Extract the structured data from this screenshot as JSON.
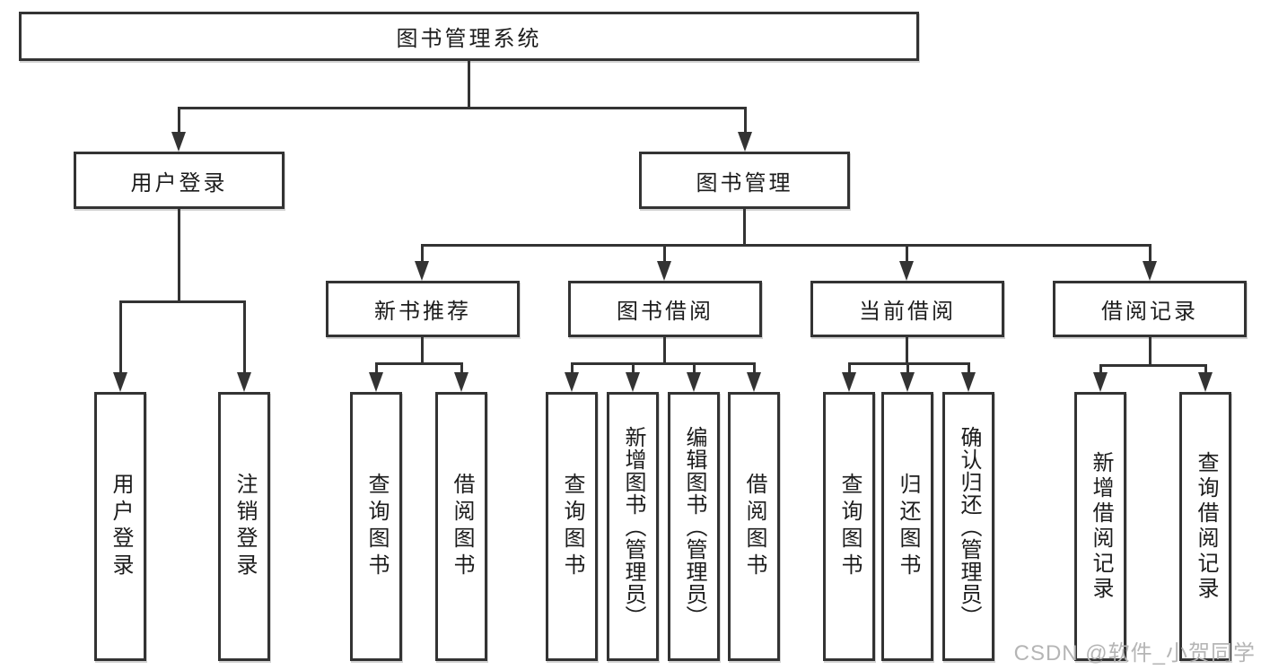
{
  "chart_type": "hierarchy-diagram",
  "nodes": {
    "root": "图书管理系统",
    "l2": {
      "user_login": "用户登录",
      "book_mgmt": "图书管理"
    },
    "l3": {
      "new_books": "新书推荐",
      "borrowing": "图书借阅",
      "current": "当前借阅",
      "records": "借阅记录"
    },
    "leaves": {
      "ul_login": "用户登录",
      "ul_logout": "注销登录",
      "nb_query": "查询图书",
      "nb_borrow": "借阅图书",
      "bw_query": "查询图书",
      "bw_add": "新增图书（管理员）",
      "bw_edit": "编辑图书（管理员）",
      "bw_borrow": "借阅图书",
      "cur_query": "查询图书",
      "cur_return": "归还图书",
      "cur_confirm": "确认归还（管理员）",
      "rec_add": "新增借阅记录",
      "rec_query": "查询借阅记录"
    }
  },
  "hierarchy": {
    "图书管理系统": {
      "用户登录": [
        "用户登录",
        "注销登录"
      ],
      "图书管理": {
        "新书推荐": [
          "查询图书",
          "借阅图书"
        ],
        "图书借阅": [
          "查询图书",
          "新增图书（管理员）",
          "编辑图书（管理员）",
          "借阅图书"
        ],
        "当前借阅": [
          "查询图书",
          "归还图书",
          "确认归还（管理员）"
        ],
        "借阅记录": [
          "新增借阅记录",
          "查询借阅记录"
        ]
      }
    }
  },
  "watermark": "CSDN @软件_小贺同学",
  "colors": {
    "line": "#333333",
    "text": "#1c1c1c",
    "watermark": "#b5b5b5",
    "background": "#ffffff"
  }
}
